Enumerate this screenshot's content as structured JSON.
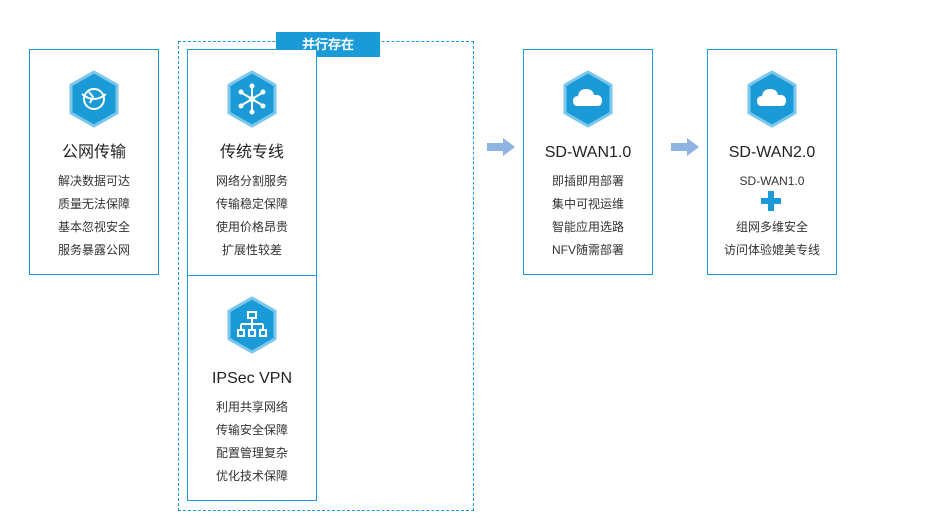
{
  "badge_label": "并行存在",
  "cards": {
    "public": {
      "title": "公网传输",
      "lines": [
        "解决数据可达",
        "质量无法保障",
        "基本忽视安全",
        "服务暴露公网"
      ],
      "icon": "globe-icon"
    },
    "leased": {
      "title": "传统专线",
      "lines": [
        "网络分割服务",
        "传输稳定保障",
        "使用价格昂贵",
        "扩展性较差"
      ],
      "icon": "network-hub-icon"
    },
    "ipsec": {
      "title": "IPSec VPN",
      "lines": [
        "利用共享网络",
        "传输安全保障",
        "配置管理复杂",
        "优化技术保障"
      ],
      "icon": "org-chart-icon"
    },
    "sdwan1": {
      "title": "SD-WAN1.0",
      "lines": [
        "即插即用部署",
        "集中可视运维",
        "智能应用选路",
        "NFV随需部署"
      ],
      "icon": "cloud-icon"
    },
    "sdwan2": {
      "title": "SD-WAN2.0",
      "line_top": "SD-WAN1.0",
      "lines_bottom": [
        "组网多维安全",
        "访问体验媲美专线"
      ],
      "icon": "cloud-icon"
    }
  },
  "colors": {
    "primary": "#1a9ad6",
    "hex_fill": "#1a9ad6",
    "hex_stroke": "#7cc7ec",
    "arrow": "#8fb3e3",
    "text": "#222222"
  }
}
